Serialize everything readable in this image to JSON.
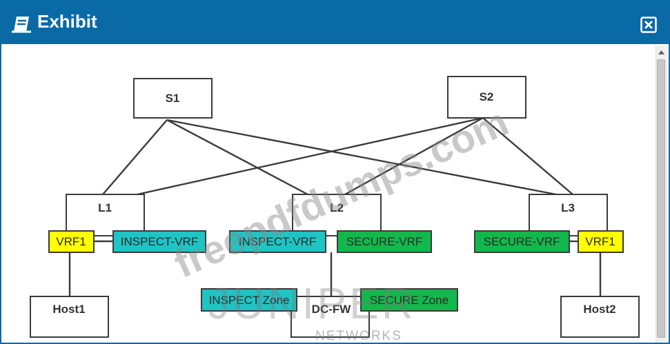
{
  "window": {
    "title": "Exhibit",
    "icon": "exhibit-icon",
    "close_icon": "close-icon"
  },
  "nodes": {
    "s1": "S1",
    "s2": "S2",
    "l1": "L1",
    "l2": "L2",
    "l3": "L3",
    "host1": "Host1",
    "host2": "Host2",
    "dcfw": "DC-FW"
  },
  "vrfs": {
    "l1_vrf1": "VRF1",
    "l1_inspect": "INSPECT-VRF",
    "l2_inspect": "INSPECT-VRF",
    "l2_secure": "SECURE-VRF",
    "l3_secure": "SECURE-VRF",
    "l3_vrf1": "VRF1"
  },
  "zones": {
    "inspect": "INSPECT Zone",
    "secure": "SECURE Zone"
  },
  "watermarks": {
    "site": "freepdfdumps.com",
    "brand": "JUNIPER",
    "brand_sub": "NETWORKS"
  },
  "colors": {
    "titlebar": "#0a6aa6",
    "vrf_yellow": "#ffff00",
    "vrf_cyan": "#1fc4c4",
    "vrf_green": "#12b84c"
  }
}
